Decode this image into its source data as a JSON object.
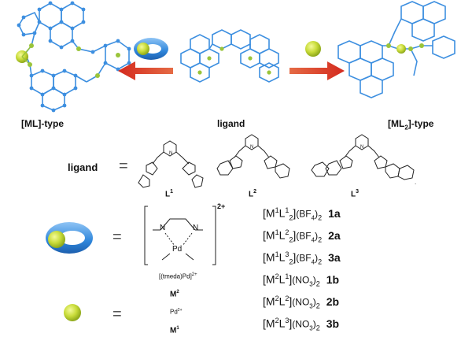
{
  "top_labels": {
    "ml_type": "[ML]-type",
    "ligand": "ligand",
    "ml2_type_prefix": "[ML",
    "ml2_type_sub": "2",
    "ml2_type_suffix": "]-type"
  },
  "ligand_row": {
    "label": "ligand",
    "equals": "=",
    "ligands": [
      {
        "main": "L",
        "sup": "1"
      },
      {
        "main": "L",
        "sup": "2"
      },
      {
        "main": "L",
        "sup": "3"
      }
    ]
  },
  "metal_pd_tmeda": {
    "equals": "=",
    "charge": "2+",
    "n1": "N",
    "n2": "N",
    "pd": "Pd",
    "caption_pre": "[(tmeda)Pd]",
    "caption_sup": "2+",
    "code_main": "M",
    "code_sup": "2"
  },
  "metal_pd": {
    "equals": "=",
    "ion_main": "Pd",
    "ion_sup": "2+",
    "code_main": "M",
    "code_sup": "1"
  },
  "compounds": [
    {
      "m": "1",
      "l": "1",
      "l_sub": "2",
      "anion": "(BF",
      "anion_sub": "4",
      "anion_close": ")",
      "anion_count": "2",
      "code": "1a"
    },
    {
      "m": "1",
      "l": "2",
      "l_sub": "2",
      "anion": "(BF",
      "anion_sub": "4",
      "anion_close": ")",
      "anion_count": "2",
      "code": "2a"
    },
    {
      "m": "1",
      "l": "3",
      "l_sub": "2",
      "anion": "(BF",
      "anion_sub": "4",
      "anion_close": ")",
      "anion_count": "2",
      "code": "3a"
    },
    {
      "m": "2",
      "l": "1",
      "l_sub": "",
      "anion": "(NO",
      "anion_sub": "3",
      "anion_close": ")",
      "anion_count": "2",
      "code": "1b"
    },
    {
      "m": "2",
      "l": "2",
      "l_sub": "",
      "anion": "(NO",
      "anion_sub": "3",
      "anion_close": ")",
      "anion_count": "2",
      "code": "2b"
    },
    {
      "m": "2",
      "l": "3",
      "l_sub": "",
      "anion": "(NO",
      "anion_sub": "3",
      "anion_close": ")",
      "anion_count": "2",
      "code": "3b"
    }
  ],
  "colors": {
    "blue": "#3d8fe0",
    "green": "#9ac43a",
    "arrow_red": "#d42a1e",
    "yellow_ball": "#c9dc3a"
  }
}
